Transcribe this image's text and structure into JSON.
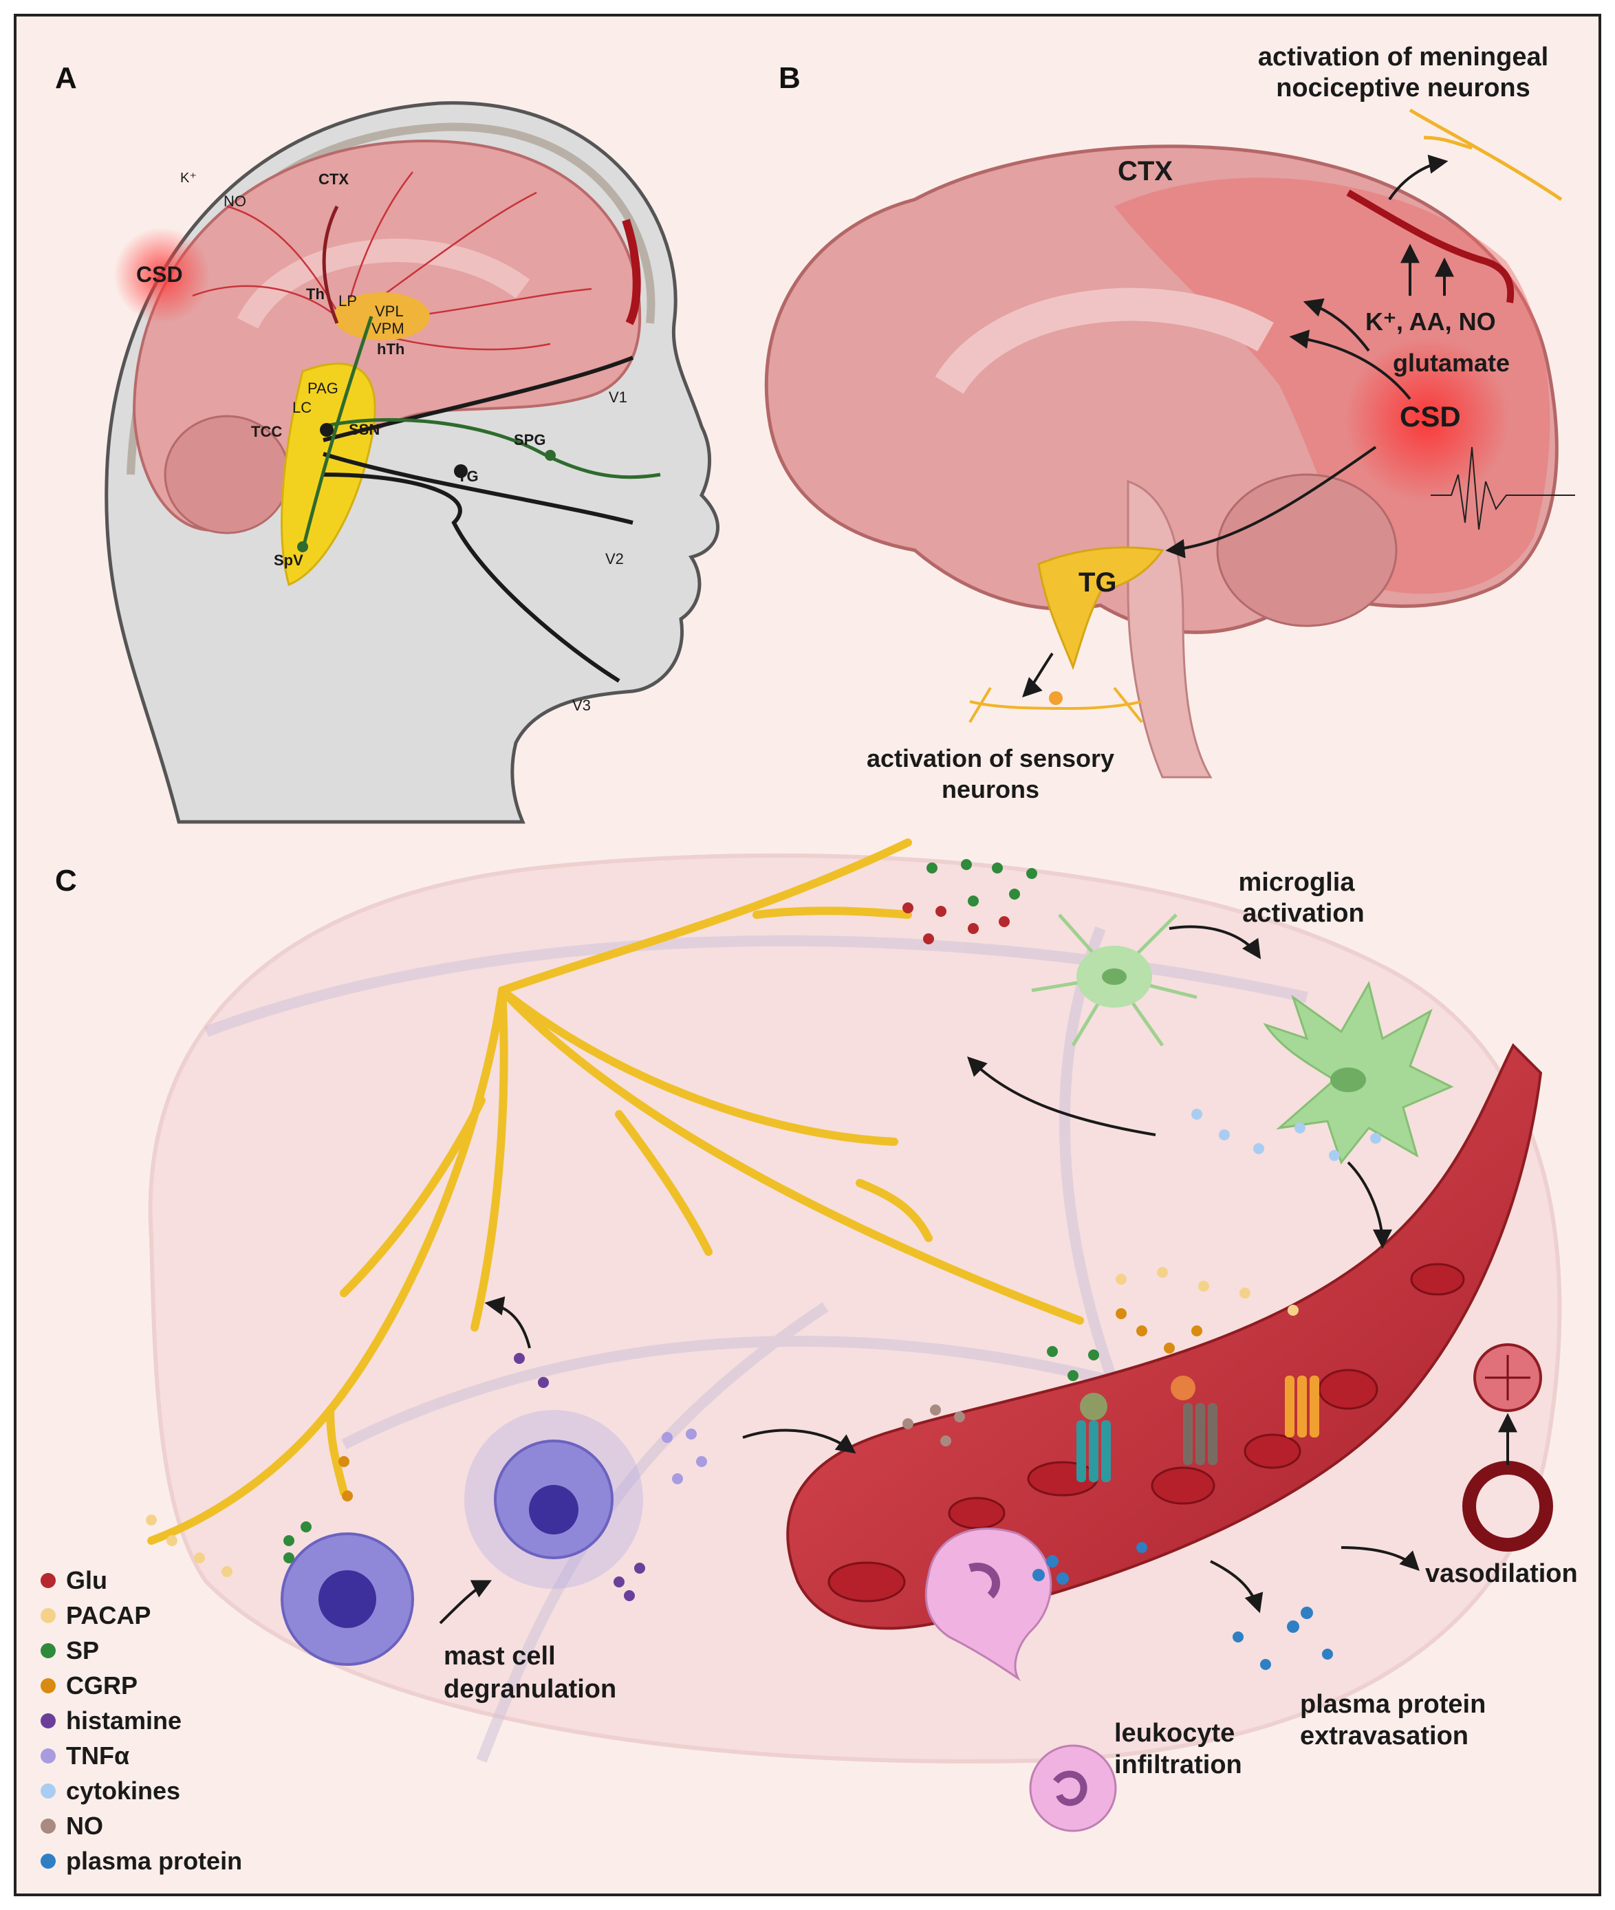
{
  "panels": {
    "a": {
      "letter": "A",
      "labels": {
        "k": "K⁺",
        "no": "NO",
        "ctx": "CTX",
        "csd": "CSD",
        "th": "Th",
        "lp": "LP",
        "vpl": "VPL",
        "vpm": "VPM",
        "hth": "hTh",
        "pag": "PAG",
        "lc": "LC",
        "tcc": "TCC",
        "ssn": "SSN",
        "spg": "SPG",
        "tg": "TG",
        "v1": "V1",
        "v2": "V2",
        "v3": "V3",
        "spv": "SpV"
      }
    },
    "b": {
      "letter": "B",
      "labels": {
        "meningeal_line1": "activation of meningeal",
        "meningeal_line2": "nociceptive neurons",
        "ctx": "CTX",
        "k_aa_no": "K⁺, AA, NO",
        "glutamate": "glutamate",
        "csd": "CSD",
        "tg": "TG",
        "sensory_line1": "activation of sensory",
        "sensory_line2": "neurons"
      }
    },
    "c": {
      "letter": "C",
      "labels": {
        "microglia_line1": "microglia",
        "microglia_line2": "activation",
        "mast_line1": "mast cell",
        "mast_line2": "degranulation",
        "vasodilation": "vasodilation",
        "leukocyte_line1": "leukocyte",
        "leukocyte_line2": "infiltration",
        "plasma_line1": "plasma protein",
        "plasma_line2": "extravasation"
      },
      "legend": [
        {
          "label": "Glu",
          "color": "#b5282e"
        },
        {
          "label": "PACAP",
          "color": "#f5d28a"
        },
        {
          "label": "SP",
          "color": "#2f8a3c"
        },
        {
          "label": "CGRP",
          "color": "#d98a10"
        },
        {
          "label": "histamine",
          "color": "#6a3f9a"
        },
        {
          "label": "TNFα",
          "color": "#a99be0"
        },
        {
          "label": "cytokines",
          "color": "#a9cdf2"
        },
        {
          "label": "NO",
          "color": "#a88a80"
        },
        {
          "label": "plasma protein",
          "color": "#2f7fc4"
        }
      ]
    }
  },
  "colors": {
    "background": "#fbeeea",
    "brain": "#e9a3a3",
    "brain_outline": "#c46d6d",
    "trigeminal": "#f2c230",
    "vessel": "#c9353d",
    "microglia": "#a9d79d",
    "mast_cell": "#7b72cc",
    "head_skin": "#d6d6d6"
  }
}
